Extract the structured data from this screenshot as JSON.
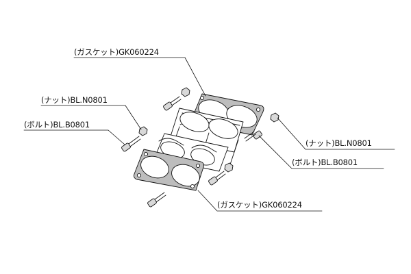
{
  "diagram": {
    "labels": {
      "gasket_top": "(ガスケット)GK060224",
      "nut_left": "(ナット)BL.N0801",
      "bolt_left": "(ボルト)BL.B0801",
      "nut_right": "(ナット)BL.N0801",
      "bolt_right": "(ボルト)BL.B0801",
      "gasket_bottom": "(ガスケット)GK060224"
    },
    "colors": {
      "line": "#111111",
      "gasket_fill": "#bdbdbd",
      "part_fill": "#ffffff",
      "bolt_fill": "#d9d9d9"
    }
  }
}
